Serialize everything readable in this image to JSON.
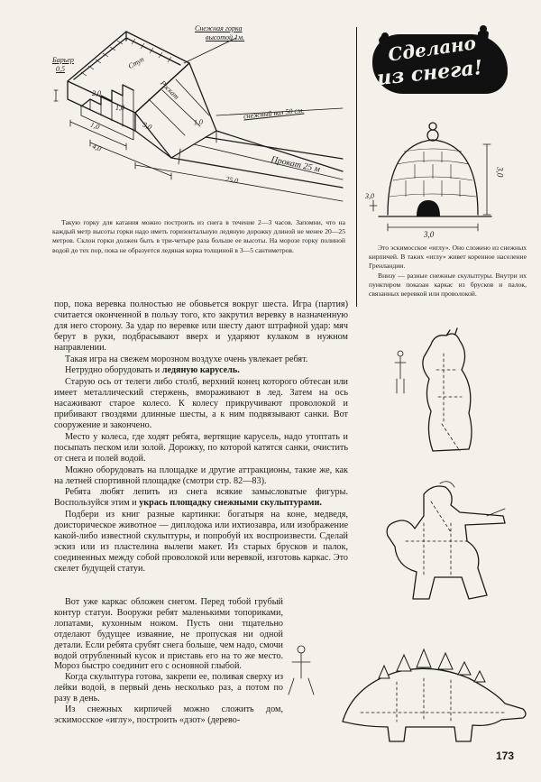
{
  "diagram": {
    "labels": {
      "snow_top": "Снежная горка",
      "snow_top_2": "высотой 1м.",
      "barrier": "Барьер",
      "barrier_h": "0,5",
      "stairs": "Ступ",
      "slope": "Роскат",
      "height": "1,0",
      "width": "2,0",
      "lower_w": "1,0",
      "len_1": "3,0",
      "len_2": "4,0",
      "len_3": "1,0",
      "shaft": "снежный вал",
      "shaft_h": "50 см.",
      "track": "Прокат 25 м",
      "total": "25,0"
    },
    "caption": "Такую горку для катания можно построить из снега в течение 2—3 часов. Запомни, что на каждый метр высоты горки надо иметь горизонтальную ледяную дорожку длиной не менее 20—25 метров. Склон горки должен быть в три-четыре раза больше ее высоты. На морозе горку полиной водой до тех пор, пока не образуется ледяная корка толщиной в 3—5 сантиметров."
  },
  "sidebar": {
    "title_line1": "Сделано",
    "title_line2": "из снега!",
    "igloo_height": "3,0",
    "igloo_width": "3,0",
    "igloo_small": "3,0",
    "caption_p1": "Это эскимосское «иглу». Оно сложено из снежных кирпичей. В таких «иглу» живет коренное население Гренландии.",
    "caption_p2": "Внизу — разные снежные скульптуры. Внутри их пунктиром показан каркас из брусков и палок, связанных веревкой или проволокой."
  },
  "body": {
    "p1": "пор, пока веревка полностью не обовьется вокруг шеста. Игра (партия) считается оконченной в пользу того, кто закрутил веревку в назначенную для него сторону. За удар по веревке или шесту дают штрафной удар: мяч берут в руки, подбрасывают вверх и ударяют кулаком в нужном направлении.",
    "p2": "Такая игра на свежем морозном воздухе очень увлекает ребят.",
    "p3_plain": "Нетрудно оборудовать и ",
    "p3_bold": "ледяную карусель.",
    "p4": "Старую ось от телеги либо столб, верхний конец которого обтесан или имеет металлический стержень, вмораживают в лед. Затем на ось насаживают старое колесо. К колесу прикручивают проволокой и прибивают гвоздями длинные шесты, а к ним подвязывают санки. Вот сооружение и закончено.",
    "p5": "Место у колеса, где ходят ребята, вертящие карусель, надо утоптать и посыпать песком или золой. Дорожку, по которой катятся санки, очистить от снега и полей водой.",
    "p6": "Можно оборудовать на площадке и другие аттракционы, такие же, как на летней спортивной площадке (смотри стр. 82—83).",
    "p7_plain": "Ребята любят лепить из снега всякие замысловатые фигуры. Воспользуйся этим и ",
    "p7_bold": "укрась площадку снежными скульптурами.",
    "p8": "Подбери из книг разные картинки: богатыря на коне, медведя, доисторическое животное — диплодока или ихтиозавра, или изображение какой-либо известной скульптуры, и попробуй их воспроизвести. Сделай эскиз или из пластелина вылепи макет. Из старых брусков и палок, соединенных между собой проволокой или веревкой, изготовь каркас. Это скелет будущей статуи.",
    "p9": "Вот уже каркас обложен снегом. Перед тобой грубый контур статуи. Вооружи ребят маленькими топориками, лопатами, кухонным ножом. Пусть они тщательно отделают будущее изваяние, не пропуская ни одной детали. Если ребята срубят снега больше, чем надо, смочи водой отрубленный кусок и приставь его на то же место. Мороз быстро соединит его с основной глыбой.",
    "p10": "Когда скульптура готова, закрепи ее, поливая сверху из лейки водой, в первый день несколько раз, а потом по разу в день.",
    "p11": "Из снежных кирпичей можно сложить дом, эскимосское «иглу», построить «дзот» (дерево-"
  },
  "page_number": "173"
}
